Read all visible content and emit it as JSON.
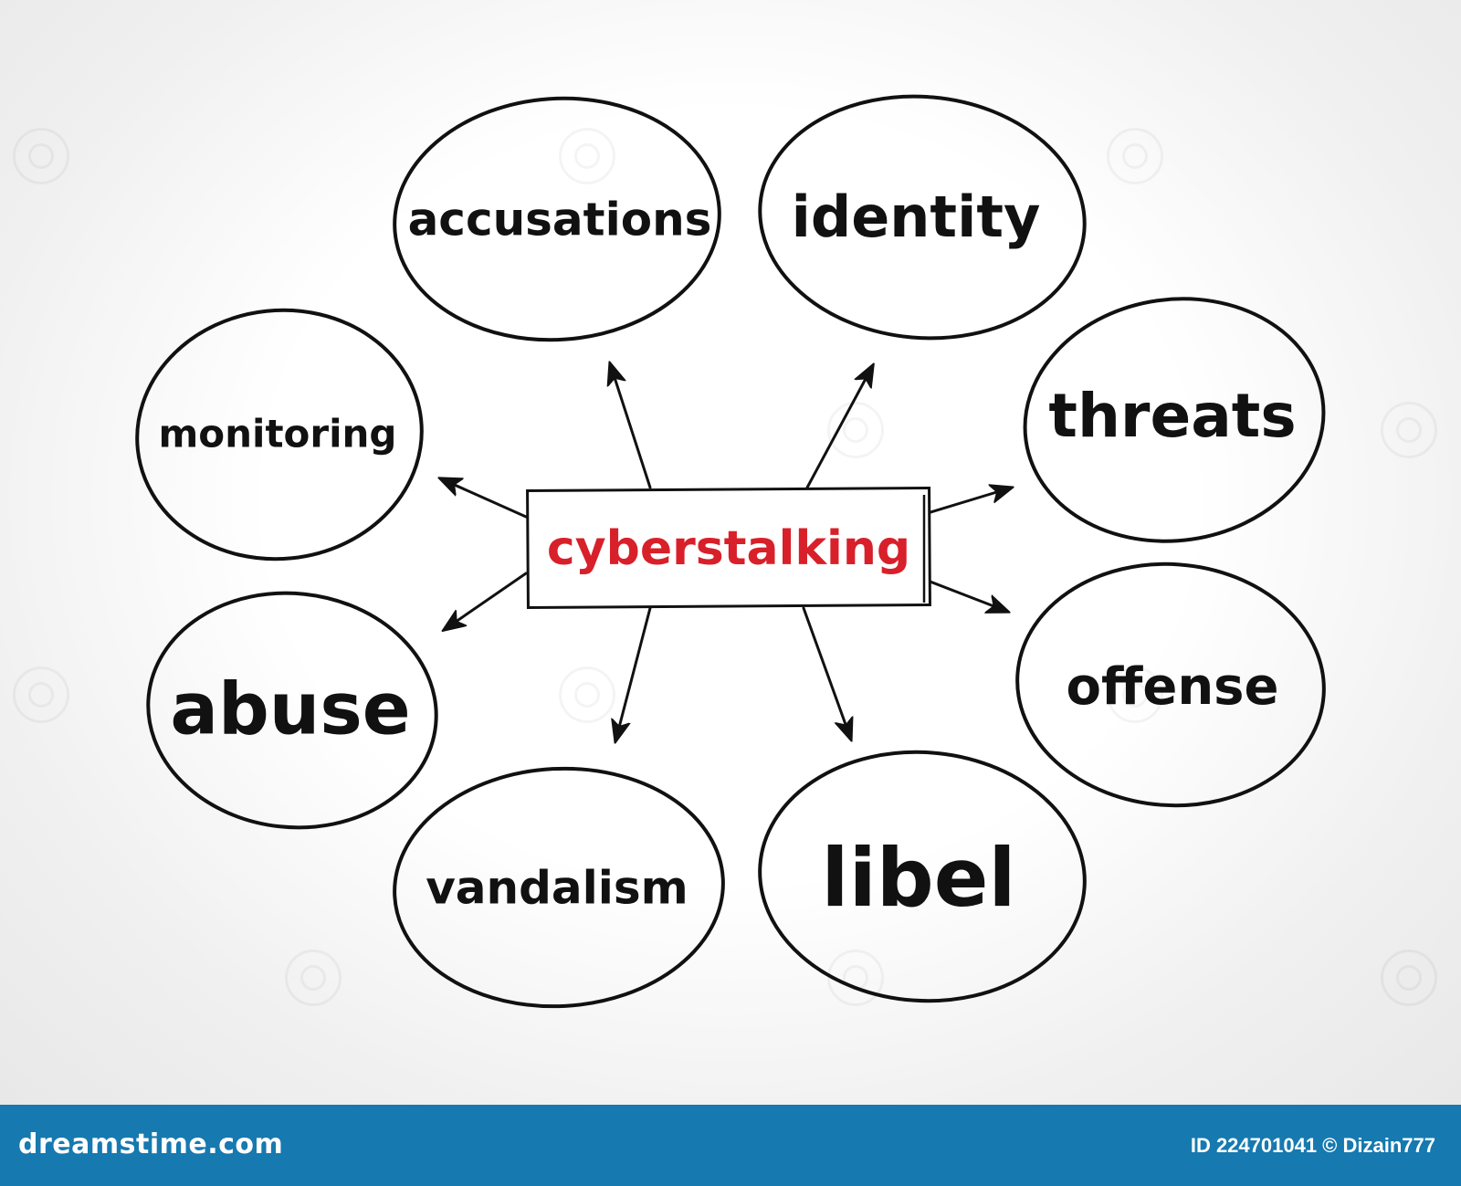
{
  "center": {
    "label": "cyberstalking",
    "color": "#d8202a"
  },
  "nodes": {
    "accusations": "accusations",
    "identity": "identity",
    "monitoring": "monitoring",
    "threats": "threats",
    "abuse": "abuse",
    "offense": "offense",
    "vandalism": "vandalism",
    "libel": "libel"
  },
  "footer": {
    "brand": "dreamstime.com",
    "credit": "ID 224701041 © Dizain777",
    "background": "#1679b0"
  }
}
